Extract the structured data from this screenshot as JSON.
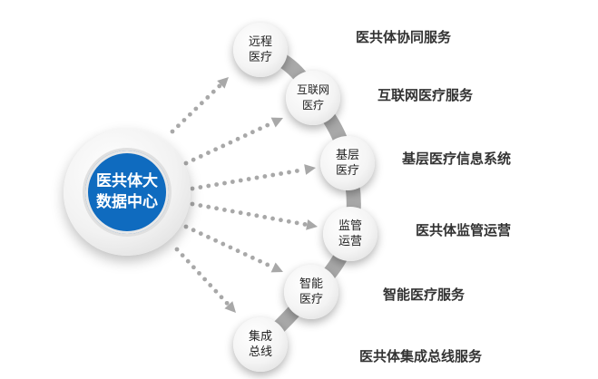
{
  "hub": {
    "line1": "医共体大",
    "line2": "数据中心",
    "color": "#0f6bbf"
  },
  "nodes": [
    {
      "line1": "远程",
      "line2": "医疗",
      "label": "医共体协同服务"
    },
    {
      "line1": "互联网",
      "line2": "医疗",
      "label": "互联网医疗服务"
    },
    {
      "line1": "基层",
      "line2": "医疗",
      "label": "基层医疗信息系统"
    },
    {
      "line1": "监管",
      "line2": "运营",
      "label": "医共体监管运营"
    },
    {
      "line1": "智能",
      "line2": "医疗",
      "label": "智能医疗服务"
    },
    {
      "line1": "集成",
      "line2": "总线",
      "label": "医共体集成总线服务"
    }
  ]
}
